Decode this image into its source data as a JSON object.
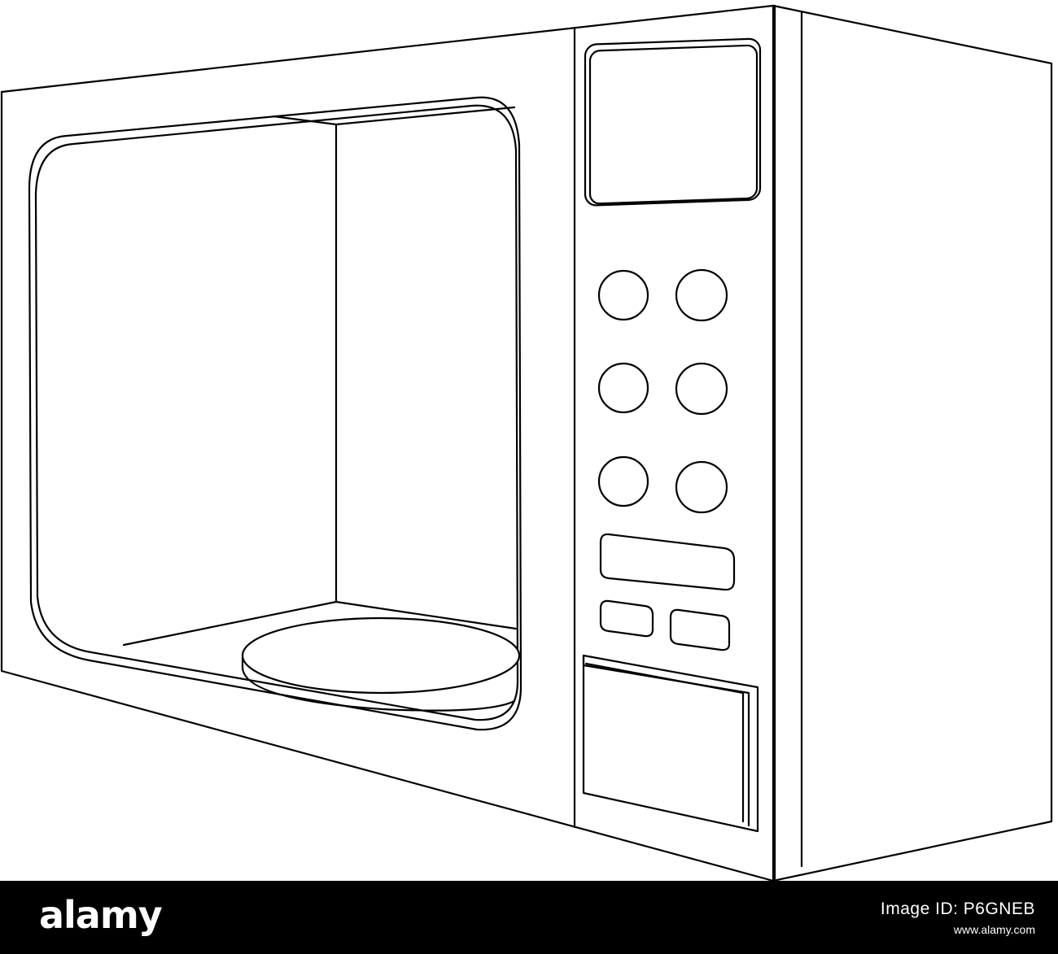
{
  "illustration": {
    "subject": "microwave-oven",
    "style": "black outline on white",
    "stroke_color": "#000000",
    "background": "#ffffff",
    "control_panel": {
      "display_count": 1,
      "round_button_count": 6,
      "rect_button_count": 3,
      "door_release_count": 1
    }
  },
  "footer": {
    "background": "#000000",
    "text_color": "#ffffff",
    "logo": "alamy",
    "image_id_label": "Image ID: P6GNEB",
    "image_url": "www.alamy.com"
  }
}
